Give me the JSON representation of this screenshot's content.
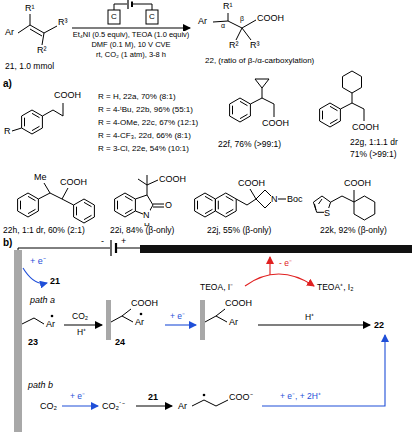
{
  "diagram": {
    "labels": [
      "Ar",
      "R¹",
      "R²",
      "R³",
      "C",
      "C",
      "Et₄NI (0.5 equiv), TEOA (1.0 equiv)",
      "DMF (0.1 M), 10 V CVE",
      "rt, CO₂ (1 atm), 3-8 h",
      "21, 1.0 mmol",
      "R¹",
      "Ar",
      "α",
      "β",
      "COOH",
      "R²",
      "R³",
      "22, (ratio of β-/α-carboxylation)",
      "a)",
      "COOH",
      "R",
      "R = H, 22a, 70% (8:1)",
      "R = 4-ᵗBu, 22b, 96% (55:1)",
      "R = 4-OMe, 22c, 67% (12:1)",
      "R = 4-CF₃, 22d, 66% (8:1)",
      "R = 3-Cl, 22e, 54% (10:1)",
      "COOH",
      "22f, 76% (>99:1)",
      "COOH",
      "22g, 1:1.1 dr",
      "71% (>99:1)",
      "Me",
      "COOH",
      "22h, 1:1 dr, 60% (2:1)",
      "COOH",
      "N",
      "H",
      "O",
      "22i, 84% (β-only)",
      "COOH",
      "N",
      "Boc",
      "22j, 55% (β-only)",
      "S",
      "COOH",
      "22k, 92% (β-only)",
      "b)",
      "-",
      "+",
      "+ e⁻",
      "21",
      "TEOA, I⁻",
      "- e⁻",
      "TEOA⁺, I₂",
      "path a",
      "Ar",
      "23",
      "CO₂",
      "H⁺",
      "COOH",
      "Ar",
      "24",
      "+ e⁻",
      "COOH",
      "Ar",
      "H⁺",
      "22",
      "path b",
      "CO₂",
      "+ e⁻",
      "CO₂˙⁻",
      "21",
      "Ar",
      "COO⁻",
      "+ e⁻, + 2H⁺"
    ]
  }
}
